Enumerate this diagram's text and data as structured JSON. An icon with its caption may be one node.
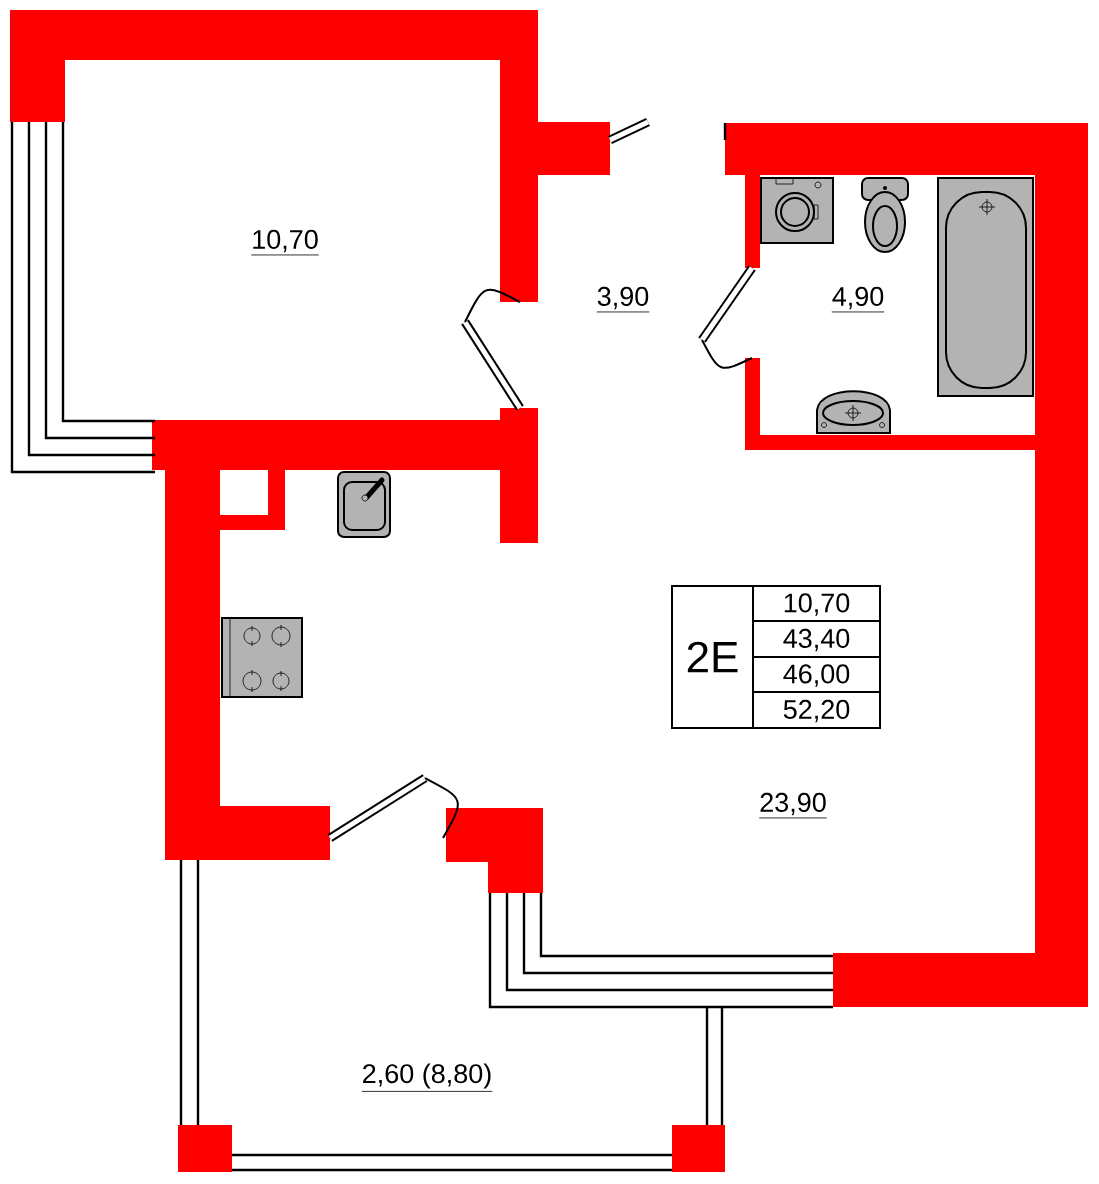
{
  "diagram": {
    "labels": [
      "10,70",
      "3,90",
      "4,90",
      "2E",
      "10,70",
      "43,40",
      "46,00",
      "52,20",
      "23,90",
      "2,60 (8,80)"
    ]
  }
}
